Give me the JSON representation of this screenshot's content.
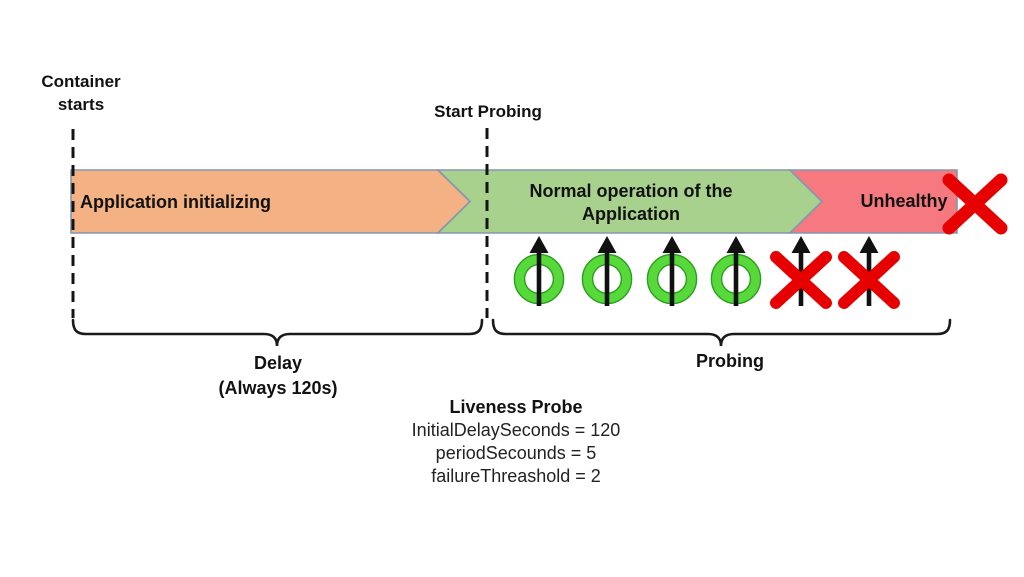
{
  "diagram": {
    "container_starts": "Container\nstarts",
    "start_probing": "Start Probing",
    "segments": {
      "init": {
        "label": "Application initializing",
        "fill": "#F4B183"
      },
      "normal": {
        "label": "Normal operation of the\nApplication",
        "fill": "#A9D18E"
      },
      "unhealthy": {
        "label": "Unhealthy",
        "fill": "#F5797F"
      }
    },
    "border_color": "#8497B0",
    "braces": {
      "delay_label": "Delay\n(Always 120s)",
      "probing_label": "Probing"
    },
    "probes": {
      "results": [
        "success",
        "success",
        "success",
        "success",
        "failure",
        "failure"
      ],
      "success_color": "#56D939",
      "success_ring_edge": "#2E9D22",
      "failure_color": "#E60000",
      "arrow_color": "#111111"
    },
    "config": {
      "title": "Liveness Probe",
      "params": [
        "InitialDelaySeconds = 120",
        "periodSecounds = 5",
        "failureThreashold = 2"
      ]
    }
  }
}
